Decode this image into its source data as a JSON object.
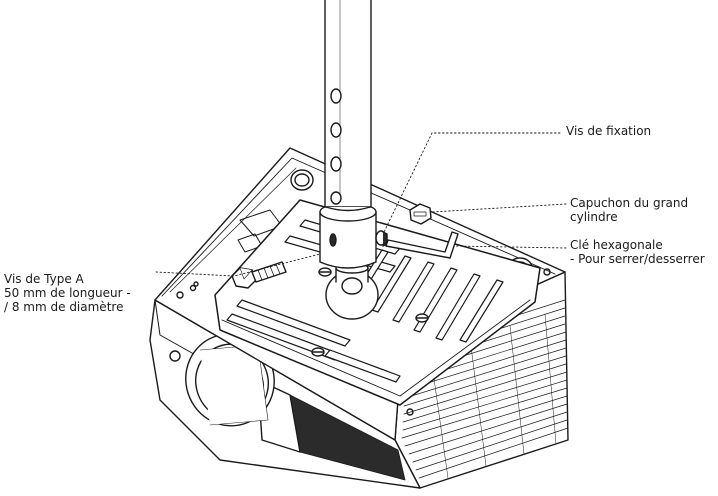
{
  "colors": {
    "ink": "#1a1a1a",
    "paper": "#ffffff",
    "shade": "#2b2b2b"
  },
  "callouts": {
    "vis_fixation": {
      "line1": "Vis de fixation"
    },
    "capuchon": {
      "line1": "Capuchon du grand",
      "line2": "cylindre"
    },
    "cle": {
      "line1": "Clé hexagonale",
      "line2": "- Pour serrer/desserrer"
    },
    "vis_type_a": {
      "line1": "Vis de Type A",
      "line2": "50 mm de longueur -",
      "line3": "/ 8 mm de diamètre"
    }
  }
}
